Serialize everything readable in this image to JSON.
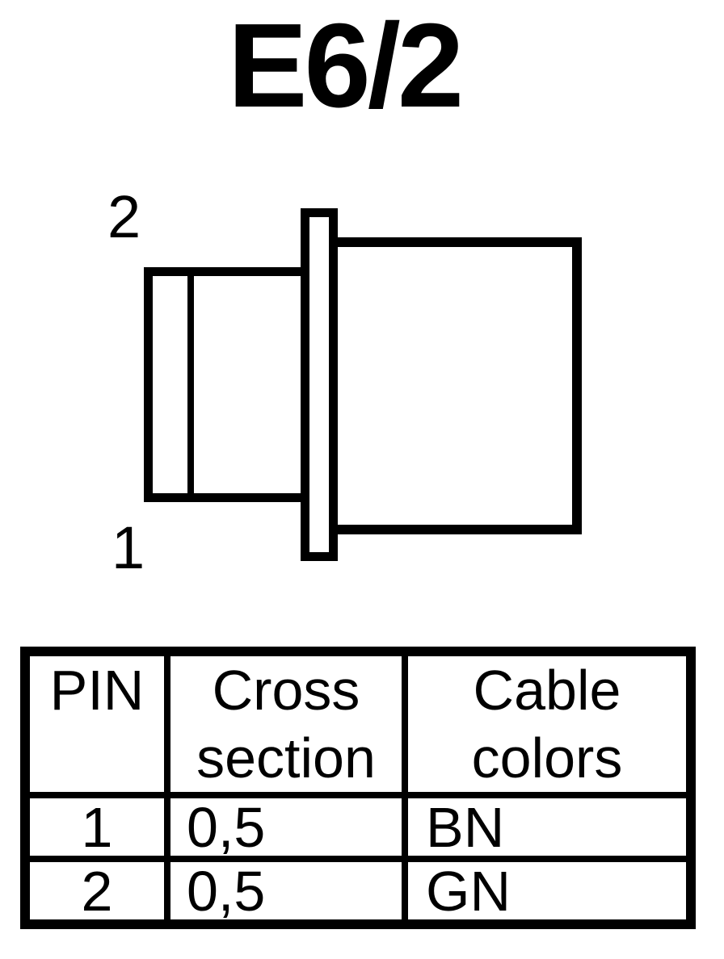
{
  "page": {
    "title": "E6/2"
  },
  "diagram": {
    "description": "connector-side-view",
    "pin_top_label": "2",
    "pin_bottom_label": "1"
  },
  "table": {
    "headers": [
      "PIN",
      "Cross\nsection",
      "Cable\ncolors"
    ],
    "rows": [
      [
        "1",
        "0,5",
        "BN"
      ],
      [
        "2",
        "0,5",
        "GN"
      ]
    ]
  },
  "colors": {
    "ink": "#000000",
    "background": "#ffffff"
  }
}
